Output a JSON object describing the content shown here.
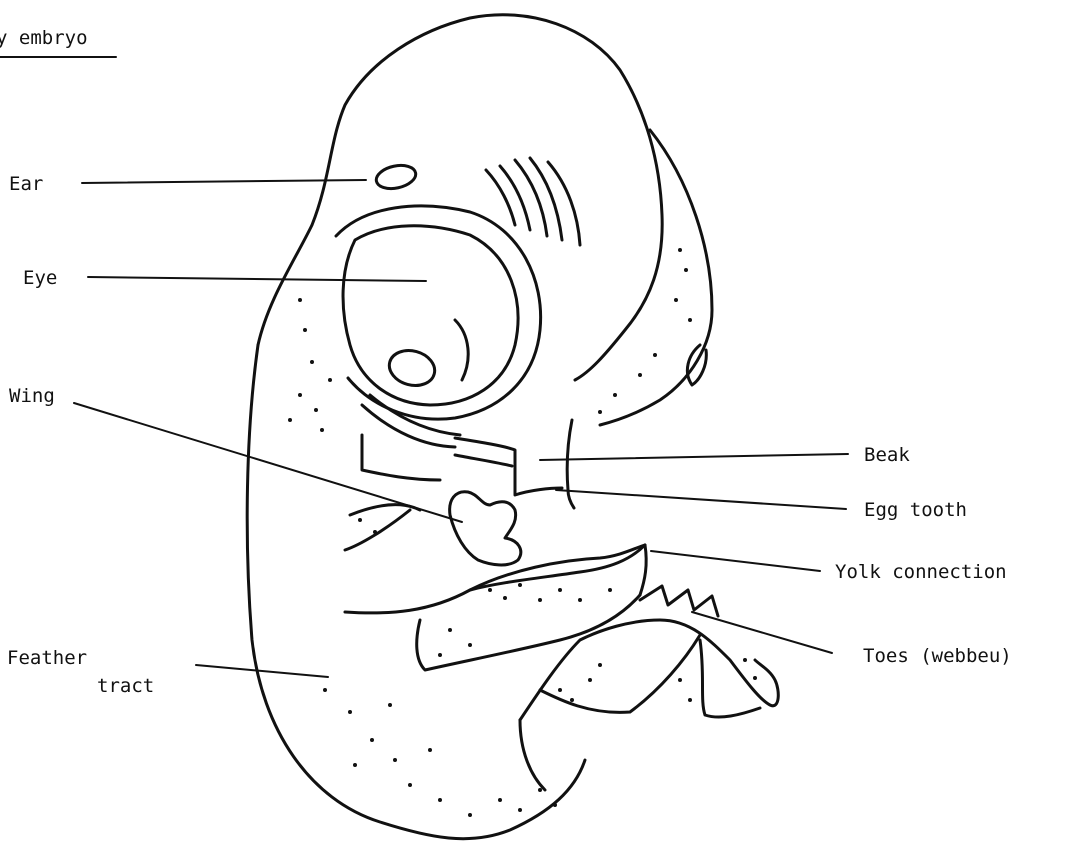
{
  "title": "y embryo",
  "labels": {
    "ear": "Ear",
    "eye": "Eye",
    "wing": "Wing",
    "beak": "Beak",
    "egg_tooth": "Egg tooth",
    "yolk_connection": "Yolk connection",
    "toes": "Toes (webbeu)",
    "feather_line1": "Feather",
    "feather_line2": "tract"
  }
}
